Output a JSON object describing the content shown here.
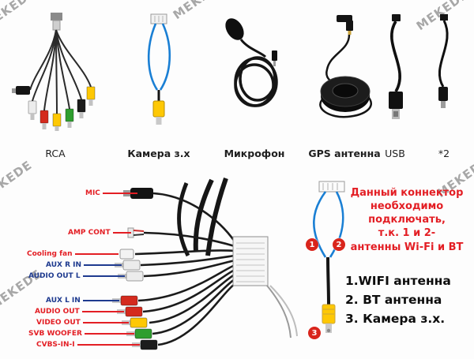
{
  "watermark": "MEKEDE",
  "products": [
    {
      "label": "RCA"
    },
    {
      "label": "Камера з.х"
    },
    {
      "label": "Микрофон"
    },
    {
      "label": "GPS антенна"
    },
    {
      "label": "USB"
    },
    {
      "label": "*2"
    }
  ],
  "harness_labels": [
    {
      "text": "MIC",
      "color": "#e31e24"
    },
    {
      "text": "AMP CONT",
      "color": "#e31e24"
    },
    {
      "text": "Cooling fan",
      "color": "#e31e24"
    },
    {
      "text": "AUX R IN",
      "color": "#1e3a8f"
    },
    {
      "text": "AUDIO OUT L",
      "color": "#1e3a8f"
    },
    {
      "text": "AUX L IN",
      "color": "#1e3a8f"
    },
    {
      "text": "AUDIO OUT",
      "color": "#e31e24"
    },
    {
      "text": "VIDEO OUT",
      "color": "#e31e24"
    },
    {
      "text": "SVB WOOFER",
      "color": "#e31e24"
    },
    {
      "text": "CVBS-IN-I",
      "color": "#e31e24"
    }
  ],
  "note_lines": [
    "Данный коннектор",
    "необходимо",
    "подключать,",
    "т.к. 1 и 2-",
    "антенны Wi-Fi и BT"
  ],
  "antenna_list": [
    "1.WIFI антенна",
    "2. BT антенна",
    "3. Камера з.х."
  ],
  "markers": [
    "1",
    "2",
    "3"
  ],
  "colors": {
    "label_red": "#e31e24",
    "label_blue": "#1e3a8f",
    "marker_red": "#d9251c",
    "wire_blue": "#1a7fd4",
    "rca_yellow": "#fec804"
  }
}
